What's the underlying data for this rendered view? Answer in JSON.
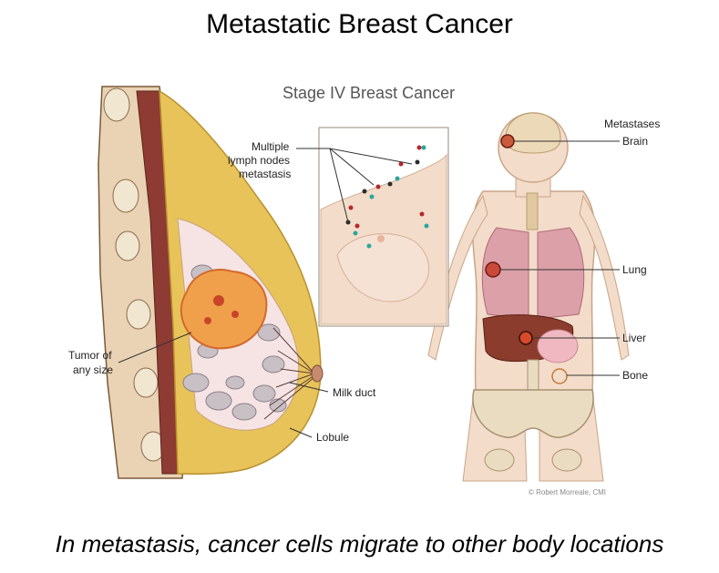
{
  "title": "Metastatic Breast Cancer",
  "stage_title": "Stage IV Breast Cancer",
  "labels": {
    "multiple_line1": "Multiple",
    "multiple_line2": "lymph nodes",
    "multiple_line3": "metastasis",
    "metastases": "Metastases",
    "brain": "Brain",
    "lung": "Lung",
    "liver": "Liver",
    "bone": "Bone",
    "tumor_line1": "Tumor of",
    "tumor_line2": "any size",
    "milk_duct": "Milk duct",
    "lobule": "Lobule"
  },
  "credit": "© Robert Morreale, CMI",
  "caption": "In metastasis, cancer cells migrate to other body locations",
  "colors": {
    "skin": "#f3dcc9",
    "fat": "#e7c35a",
    "muscle": "#8e3b33",
    "tumor": "#f0a04b",
    "lung": "#dba0a8",
    "liver": "#8b3c2c",
    "bone": "#eadcc0"
  }
}
